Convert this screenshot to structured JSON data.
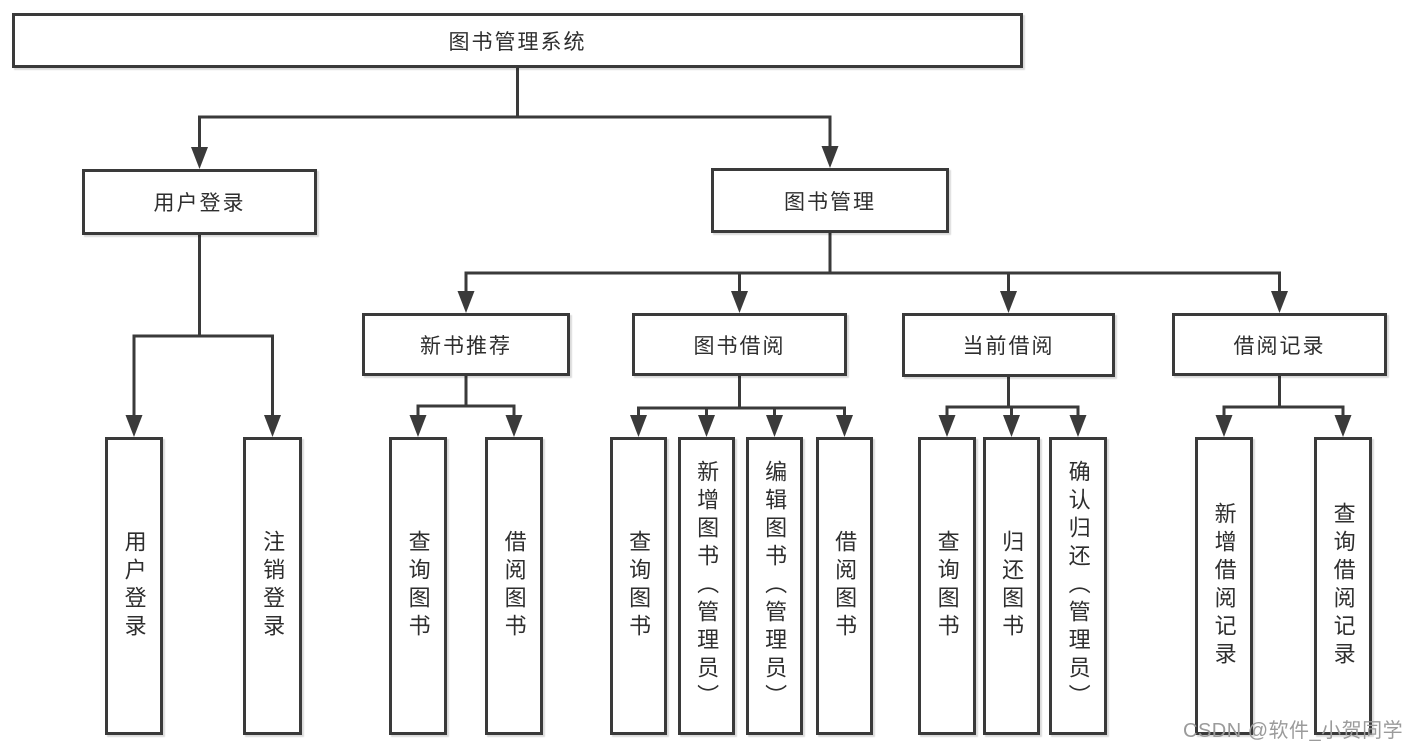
{
  "root": {
    "label": "图书管理系统"
  },
  "level2": {
    "user_login": {
      "label": "用户登录"
    },
    "book_mgmt": {
      "label": "图书管理"
    }
  },
  "level3": {
    "new_book_rec": {
      "label": "新书推荐"
    },
    "book_borrow": {
      "label": "图书借阅"
    },
    "current_borrow": {
      "label": "当前借阅"
    },
    "borrow_records": {
      "label": "借阅记录"
    }
  },
  "leaves": {
    "user_login": {
      "label": "用户登录"
    },
    "logout": {
      "label": "注销登录"
    },
    "nb_query_books": {
      "label": "查询图书"
    },
    "nb_borrow_books": {
      "label": "借阅图书"
    },
    "bb_query_books": {
      "label": "查询图书"
    },
    "bb_add_books": {
      "label": "新增图书（管理员）"
    },
    "bb_edit_books": {
      "label": "编辑图书（管理员）"
    },
    "bb_borrow_books": {
      "label": "借阅图书"
    },
    "cb_query_books": {
      "label": "查询图书"
    },
    "cb_return_books": {
      "label": "归还图书"
    },
    "cb_confirm_return": {
      "label": "确认归还（管理员）"
    },
    "br_add_record": {
      "label": "新增借阅记录"
    },
    "br_query_record": {
      "label": "查询借阅记录"
    }
  },
  "watermark": {
    "text": "CSDN @软件_小贺同学"
  },
  "colors": {
    "line": "#3a3a3a",
    "box_background": "#ffffff",
    "text": "#2e2e2e",
    "watermark": "#9b9b9b"
  }
}
